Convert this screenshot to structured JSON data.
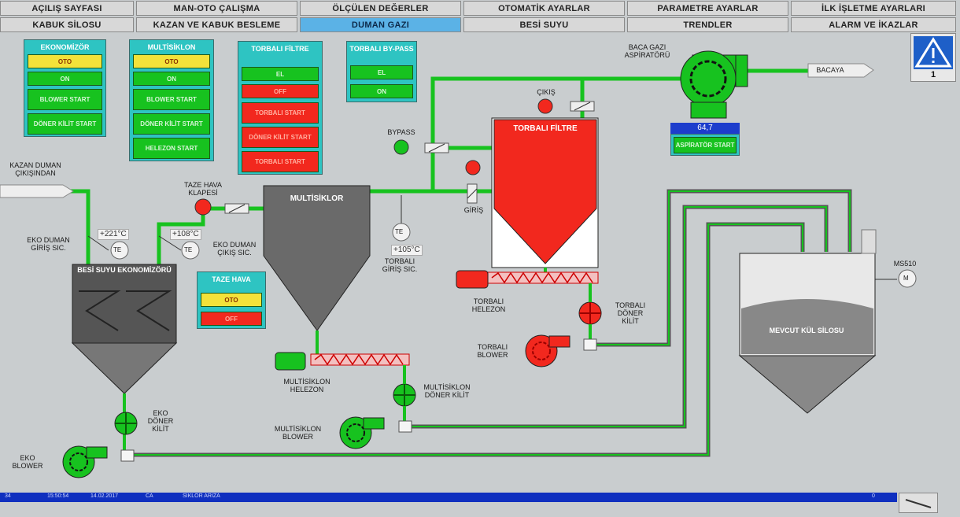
{
  "nav": {
    "row1": [
      "AÇILIŞ SAYFASI",
      "MAN-OTO ÇALIŞMA",
      "ÖLÇÜLEN DEĞERLER",
      "OTOMATİK AYARLAR",
      "PARAMETRE AYARLAR",
      "İLK İŞLETME AYARLARI"
    ],
    "row2": [
      "KABUK SİLOSU",
      "KAZAN VE KABUK BESLEME",
      "DUMAN GAZI",
      "BESİ SUYU",
      "TRENDLER",
      "ALARM VE İKAZLAR"
    ]
  },
  "alarm": {
    "count": "1"
  },
  "panels": {
    "ekonomizor": {
      "title": "EKONOMİZÖR",
      "buttons": [
        "OTO",
        "ON",
        "BLOWER START",
        "DÖNER KİLİT START"
      ]
    },
    "multisiklon": {
      "title": "MULTİSİKLON",
      "buttons": [
        "OTO",
        "ON",
        "BLOWER START",
        "DÖNER KİLİT START",
        "HELEZON START"
      ]
    },
    "torbali_filtre": {
      "title": "TORBALI FİLTRE",
      "buttons": [
        "EL",
        "OFF",
        "TORBALI START",
        "DÖNER KİLİT START",
        "TORBALI START"
      ]
    },
    "torbali_bypass": {
      "title": "TORBALI BY-PASS",
      "buttons": [
        "EL",
        "ON"
      ]
    },
    "taze_hava": {
      "title": "TAZE HAVA",
      "buttons": [
        "OTO",
        "OFF"
      ]
    }
  },
  "aspirator": {
    "value": "64,7",
    "button": "ASPİRATÖR START"
  },
  "labels": {
    "kazan_duman": "KAZAN DUMAN ÇIKIŞINDAN",
    "bacaya": "BACAYA",
    "baca_gazi": "BACA GAZI ASPİRATÖRÜ",
    "cikis": "ÇIKIŞ",
    "bypass": "BYPASS",
    "giris": "GİRİŞ",
    "torbali_filtre": "TORBALI FİLTRE",
    "taze_hava_klapesi": "TAZE HAVA KLAPESİ",
    "multisiklor": "MULTİSİKLOR",
    "eko_duman_giris": "EKO DUMAN GİRİŞ SIC.",
    "eko_duman_cikis": "EKO DUMAN ÇIKIŞ SIC.",
    "besi_suyu_eko": "BESİ SUYU EKONOMİZÖRÜ",
    "torbali_giris_sic": "TORBALI GİRİŞ SIC.",
    "torbali_helezon": "TORBALI HELEZON",
    "torbali_doner_kilit": "TORBALI DÖNER KİLİT",
    "torbali_blower": "TORBALI BLOWER",
    "mevcut_kul_silosu": "MEVCUT KÜL SİLOSU",
    "ms510": "MS510",
    "multisiklon_helezon": "MULTİSİKLON HELEZON",
    "multisiklon_doner_kilit": "MULTİSİKLON DÖNER KİLİT",
    "multisiklon_blower": "MULTİSİKLON BLOWER",
    "eko_doner_kilit": "EKO DÖNER KİLİT",
    "eko_blower": "EKO BLOWER",
    "te": "TE",
    "motor_m": "M"
  },
  "temps": {
    "eko_giris": "+221°C",
    "eko_cikis": "+108°C",
    "torbali_giris": "+105°C"
  },
  "status": {
    "id": "34",
    "time": "15:50:54",
    "date": "14.02.2017",
    "type": "CA",
    "message": "SİKLOR ARIZA",
    "count": "0"
  },
  "colors": {
    "pipe": "#17c21f",
    "pipe_gray": "#555555",
    "running": "#17c21f",
    "stopped": "#f2281e",
    "active_tab": "#5bb2e6"
  }
}
